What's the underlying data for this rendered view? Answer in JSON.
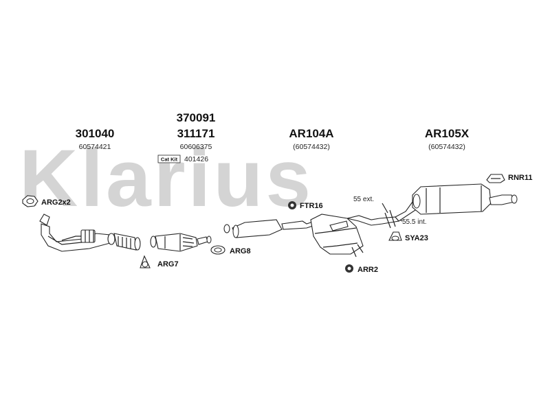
{
  "watermark": {
    "text": "Klarius",
    "color": "#d4d4d4"
  },
  "groups": [
    {
      "part": "301040",
      "ref": "60574421"
    },
    {
      "part_top": "370091",
      "part": "311171",
      "ref": "60606375",
      "catkit_label": "Cat Kit",
      "catkit_number": "401426"
    },
    {
      "part": "AR104A",
      "ref": "(60574432)"
    },
    {
      "part": "AR105X",
      "ref": "(60574432)"
    }
  ],
  "accessories": {
    "arg2x2": "ARG2x2",
    "arg7": "ARG7",
    "arg8": "ARG8",
    "ftr16": "FTR16",
    "arr2": "ARR2",
    "sya23": "SYA23",
    "rnr11": "RNR11"
  },
  "dimensions": {
    "ext": "55 ext.",
    "int": "55.5 int."
  },
  "colors": {
    "line": "#222222",
    "part_fill": "#ffffff"
  }
}
